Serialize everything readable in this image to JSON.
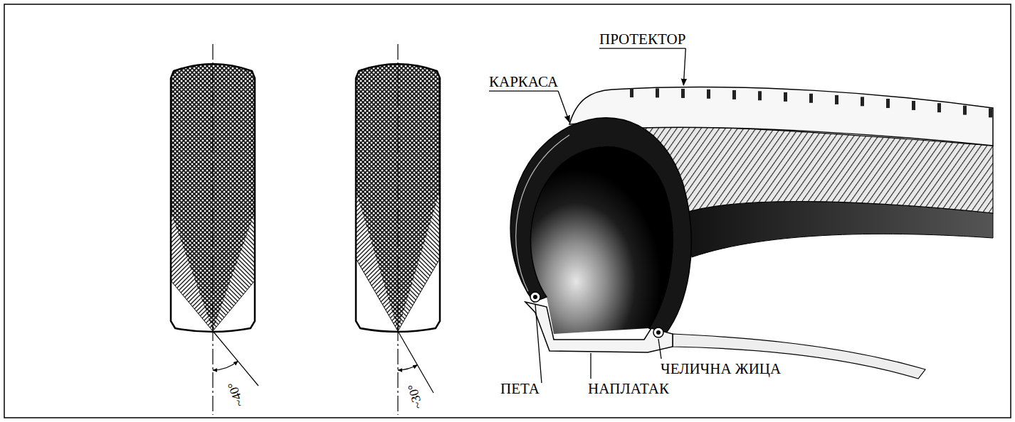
{
  "diagram": {
    "labels": [
      "~40°",
      "~30°",
      "ПРОТЕКТОР",
      "КАРКАСА",
      "ПЕТА",
      "НАПЛАТАК",
      "ЧЕЛИЧНА ЖИЦА"
    ]
  }
}
